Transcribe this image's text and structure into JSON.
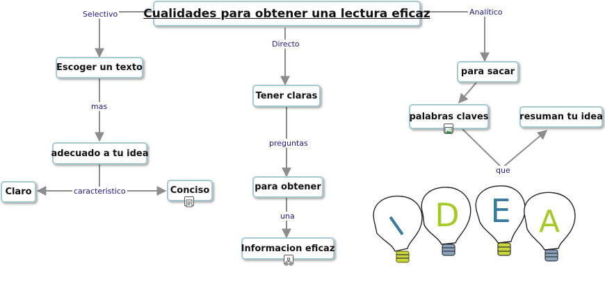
{
  "nodes": {
    "root": "Cualidades para obtener una lectura eficaz",
    "escoger": "Escoger un texto",
    "adecuado": "adecuado a tu idea",
    "claro": "Claro",
    "conciso": "Conciso",
    "tener": "Tener claras",
    "para_obtener": "para obtener",
    "informacion": "Informacion eficaz",
    "para_sacar": "para sacar",
    "palabras": "palabras claves",
    "resuman": "resuman tu idea"
  },
  "links": {
    "selectivo": "Selectivo",
    "directo": "Directo",
    "analitico": "Analítico",
    "mas": "mas",
    "caracteristico": "caracteristico",
    "preguntas": "preguntas",
    "una": "una",
    "que": "que"
  },
  "bulb_letters": [
    "I",
    "D",
    "E",
    "A"
  ],
  "colors": {
    "node_border": "#a6c9cf",
    "edge": "#8c8c8c",
    "link_text": "#1a1a80",
    "letter_blue": "#3a7a9c",
    "letter_green": "#a6c92a"
  }
}
